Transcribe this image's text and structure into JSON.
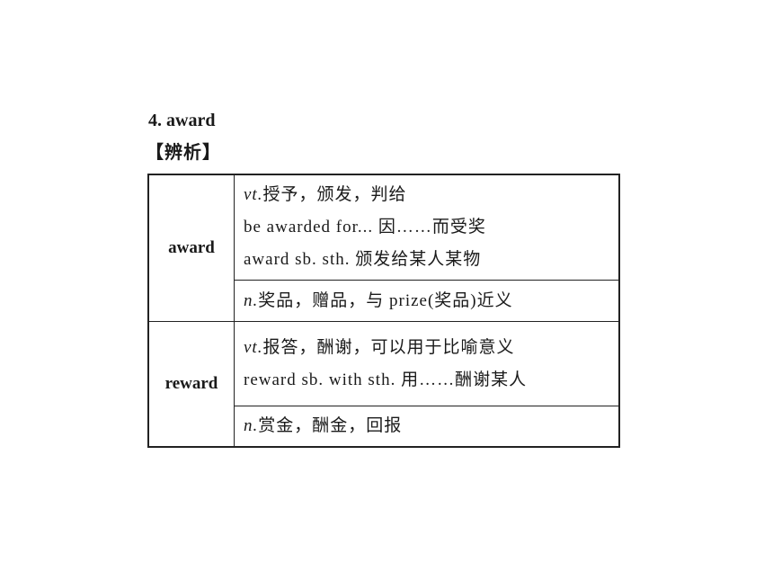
{
  "heading": "4. award",
  "subheading": "【辨析】",
  "table": {
    "rows": [
      {
        "word": "award",
        "senses": [
          {
            "pos": "vt.",
            "lines": [
              "授予，颁发，判给",
              "be awarded for... 因……而受奖",
              "award sb.  sth. 颁发给某人某物"
            ]
          },
          {
            "pos": "n.",
            "lines": [
              "奖品，赠品，与 prize(奖品)近义"
            ]
          }
        ]
      },
      {
        "word": "reward",
        "senses": [
          {
            "pos": "vt.",
            "lines": [
              "报答，酬谢，可以用于比喻意义",
              "reward sb.  with sth. 用……酬谢某人"
            ]
          },
          {
            "pos": "n.",
            "lines": [
              "赏金，酬金，回报"
            ]
          }
        ]
      }
    ]
  }
}
